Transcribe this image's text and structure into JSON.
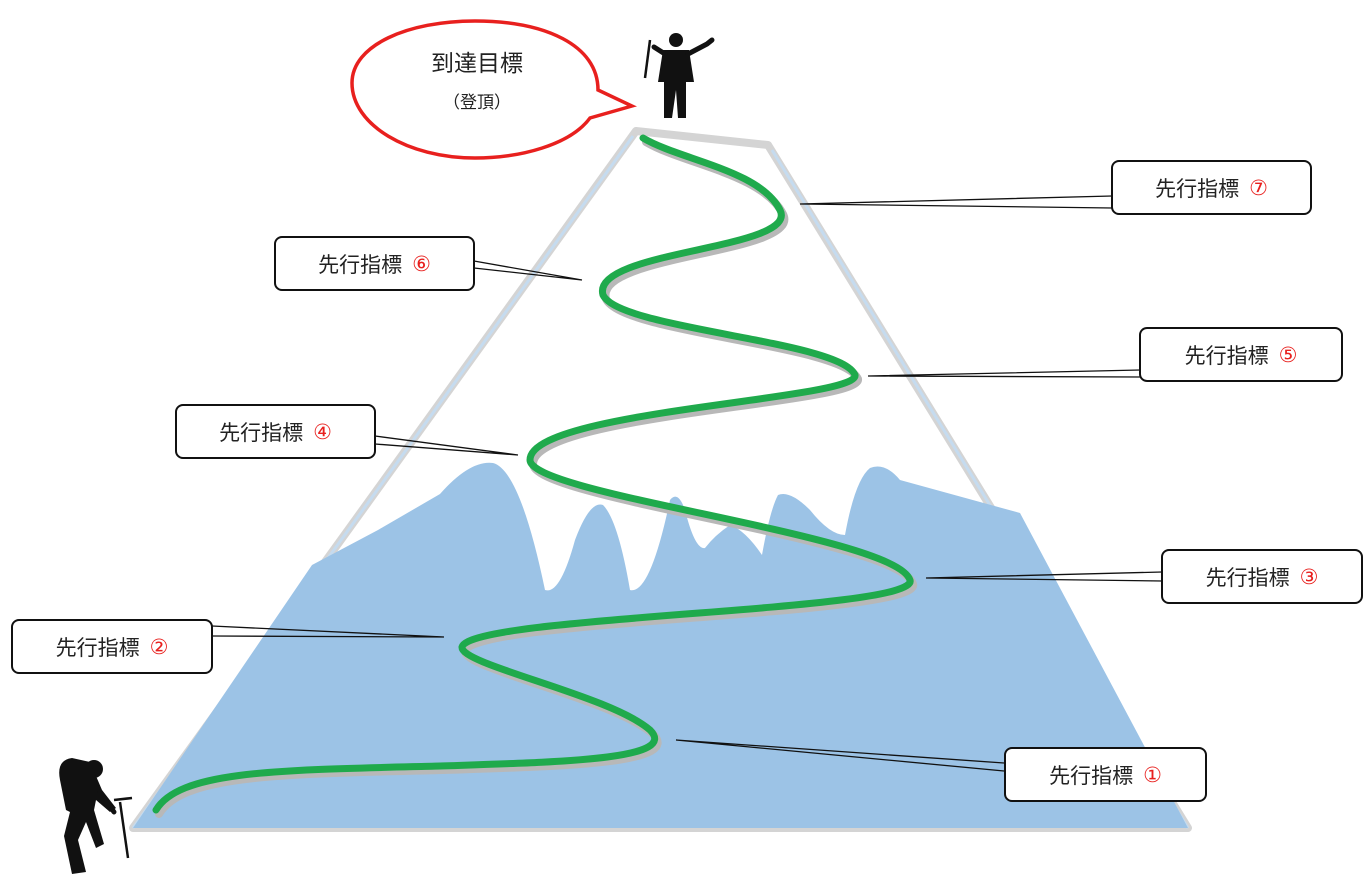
{
  "goal": {
    "title": "到達目標",
    "subtitle": "（登頂）"
  },
  "indicators": [
    {
      "text": "先行指標",
      "num": "①"
    },
    {
      "text": "先行指標",
      "num": "②"
    },
    {
      "text": "先行指標",
      "num": "③"
    },
    {
      "text": "先行指標",
      "num": "④"
    },
    {
      "text": "先行指標",
      "num": "⑤"
    },
    {
      "text": "先行指標",
      "num": "⑥"
    },
    {
      "text": "先行指標",
      "num": "⑦"
    }
  ],
  "colors": {
    "mountain": "#9cc3e6",
    "snow_edge": "#d4d4d4",
    "trail": "#1faa4c",
    "trail_shadow": "#b8b8b8",
    "goal_outline": "#e8201e",
    "number": "#e8201e"
  },
  "icons": [
    "climber-silhouette-icon",
    "summit-climber-silhouette-icon"
  ]
}
